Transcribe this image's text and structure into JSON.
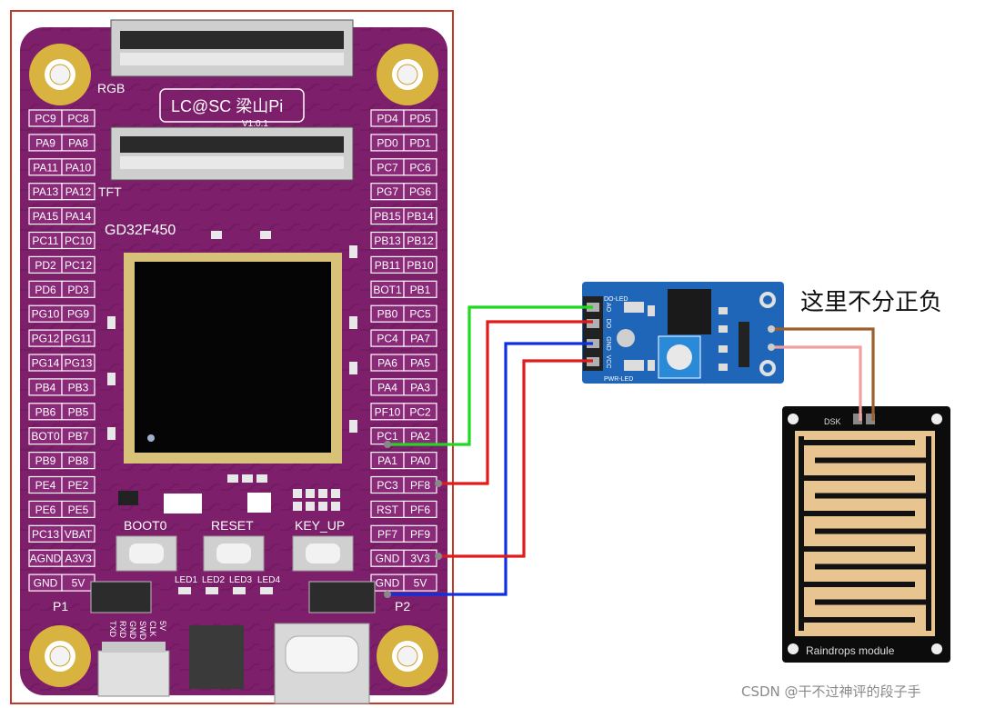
{
  "board": {
    "top_connector_label": "RGB",
    "bottom_connector_label": "TFT",
    "logo_text": "LC@SC 梁山Pi",
    "version": "V1.0.1",
    "mcu_label": "GD32F450",
    "left_pins": [
      [
        "PC9",
        "PC8"
      ],
      [
        "PA9",
        "PA8"
      ],
      [
        "PA11",
        "PA10"
      ],
      [
        "PA13",
        "PA12"
      ],
      [
        "PA15",
        "PA14"
      ],
      [
        "PC11",
        "PC10"
      ],
      [
        "PD2",
        "PC12"
      ],
      [
        "PD6",
        "PD3"
      ],
      [
        "PG10",
        "PG9"
      ],
      [
        "PG12",
        "PG11"
      ],
      [
        "PG14",
        "PG13"
      ],
      [
        "PB4",
        "PB3"
      ],
      [
        "PB6",
        "PB5"
      ],
      [
        "BOT0",
        "PB7"
      ],
      [
        "PB9",
        "PB8"
      ],
      [
        "PE4",
        "PE2"
      ],
      [
        "PE6",
        "PE5"
      ],
      [
        "PC13",
        "VBAT"
      ],
      [
        "AGND",
        "A3V3"
      ],
      [
        "GND",
        "5V"
      ]
    ],
    "right_pins": [
      [
        "PD4",
        "PD5"
      ],
      [
        "PD0",
        "PD1"
      ],
      [
        "PC7",
        "PC6"
      ],
      [
        "PG7",
        "PG6"
      ],
      [
        "PB15",
        "PB14"
      ],
      [
        "PB13",
        "PB12"
      ],
      [
        "PB11",
        "PB10"
      ],
      [
        "BOT1",
        "PB1"
      ],
      [
        "PB0",
        "PC5"
      ],
      [
        "PC4",
        "PA7"
      ],
      [
        "PA6",
        "PA5"
      ],
      [
        "PA4",
        "PA3"
      ],
      [
        "PF10",
        "PC2"
      ],
      [
        "PC1",
        "PA2"
      ],
      [
        "PA1",
        "PA0"
      ],
      [
        "PC3",
        "PF8"
      ],
      [
        "RST",
        "PF6"
      ],
      [
        "PF7",
        "PF9"
      ],
      [
        "GND",
        "3V3"
      ],
      [
        "GND",
        "5V"
      ]
    ],
    "buttons": [
      "BOOT0",
      "RESET",
      "KEY_UP"
    ],
    "leds": [
      "LED1",
      "LED2",
      "LED3",
      "LED4"
    ],
    "header_left": "P1",
    "header_right": "P2",
    "debug_pins": [
      "5V",
      "CLK",
      "SWD",
      "GND",
      "RXD",
      "TXD"
    ]
  },
  "sensor_module": {
    "pins": [
      "AO",
      "DO",
      "GND",
      "VCC"
    ],
    "led_top": "DO-LED",
    "led_bottom": "PWR-LED"
  },
  "rain_plate": {
    "tag": "DSK",
    "label": "Raindrops module"
  },
  "annotation": "这里不分正负",
  "credit": "CSDN @干不过神评的段子手",
  "wires": {
    "green": "#1fd81f",
    "red": "#e01b1b",
    "blue": "#1030e0",
    "brown": "#9a6030",
    "pink": "#f0a0a0"
  }
}
